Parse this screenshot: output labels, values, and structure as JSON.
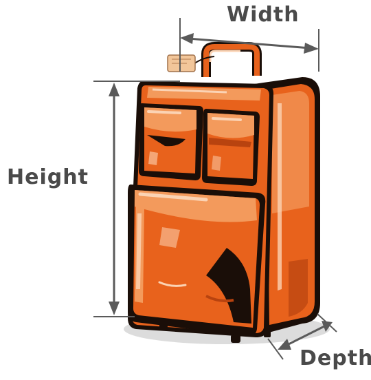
{
  "labels": {
    "width": "Width",
    "height": "Height",
    "depth": "Depth"
  },
  "colors": {
    "suitcase_main": "#e8621c",
    "suitcase_light": "#f39a5c",
    "suitcase_highlight": "#fbd3b4",
    "suitcase_shadow": "#1a0e08",
    "dimension_line": "#5a5a5a",
    "tag": "#f2c69a",
    "floor_shadow": "#d8d8d8"
  }
}
